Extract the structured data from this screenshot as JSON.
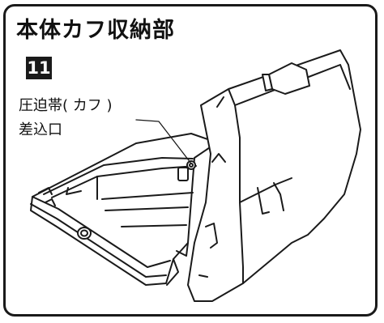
{
  "header": {
    "title": "本体カフ収納部"
  },
  "step": {
    "number": "11"
  },
  "callout": {
    "line1": "圧迫帯( カフ )",
    "line2": "差込口"
  }
}
